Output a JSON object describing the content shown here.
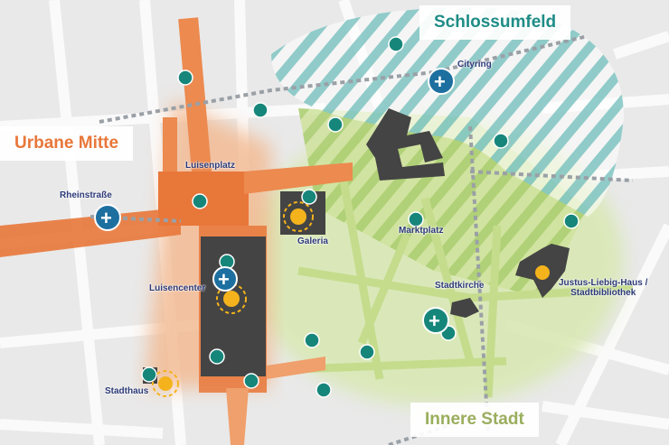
{
  "zones": {
    "urbane_mitte": "Urbane Mitte",
    "schlossumfeld": "Schlossumfeld",
    "innere_stadt": "Innere Stadt"
  },
  "places": {
    "luisenplatz": "Luisenplatz",
    "rheinstrasse": "Rheinstraße",
    "cityring": "Cityring",
    "galeria": "Galeria",
    "marktplatz": "Marktplatz",
    "luisencenter": "Luisencenter",
    "stadtkirche": "Stadtkirche",
    "justus_liebig_line1": "Justus-Liebig-Haus /",
    "justus_liebig_line2": "Stadtbibliothek",
    "stadthaus": "Stadthaus"
  },
  "colors": {
    "urbane_mitte": "#e8773a",
    "schlossumfeld": "#2a9a95",
    "innere_stadt": "#9cbf5a",
    "marker": "#17867a",
    "major_marker": "#1d6fa0",
    "sun": "#f4b31c",
    "building": "#444444"
  }
}
